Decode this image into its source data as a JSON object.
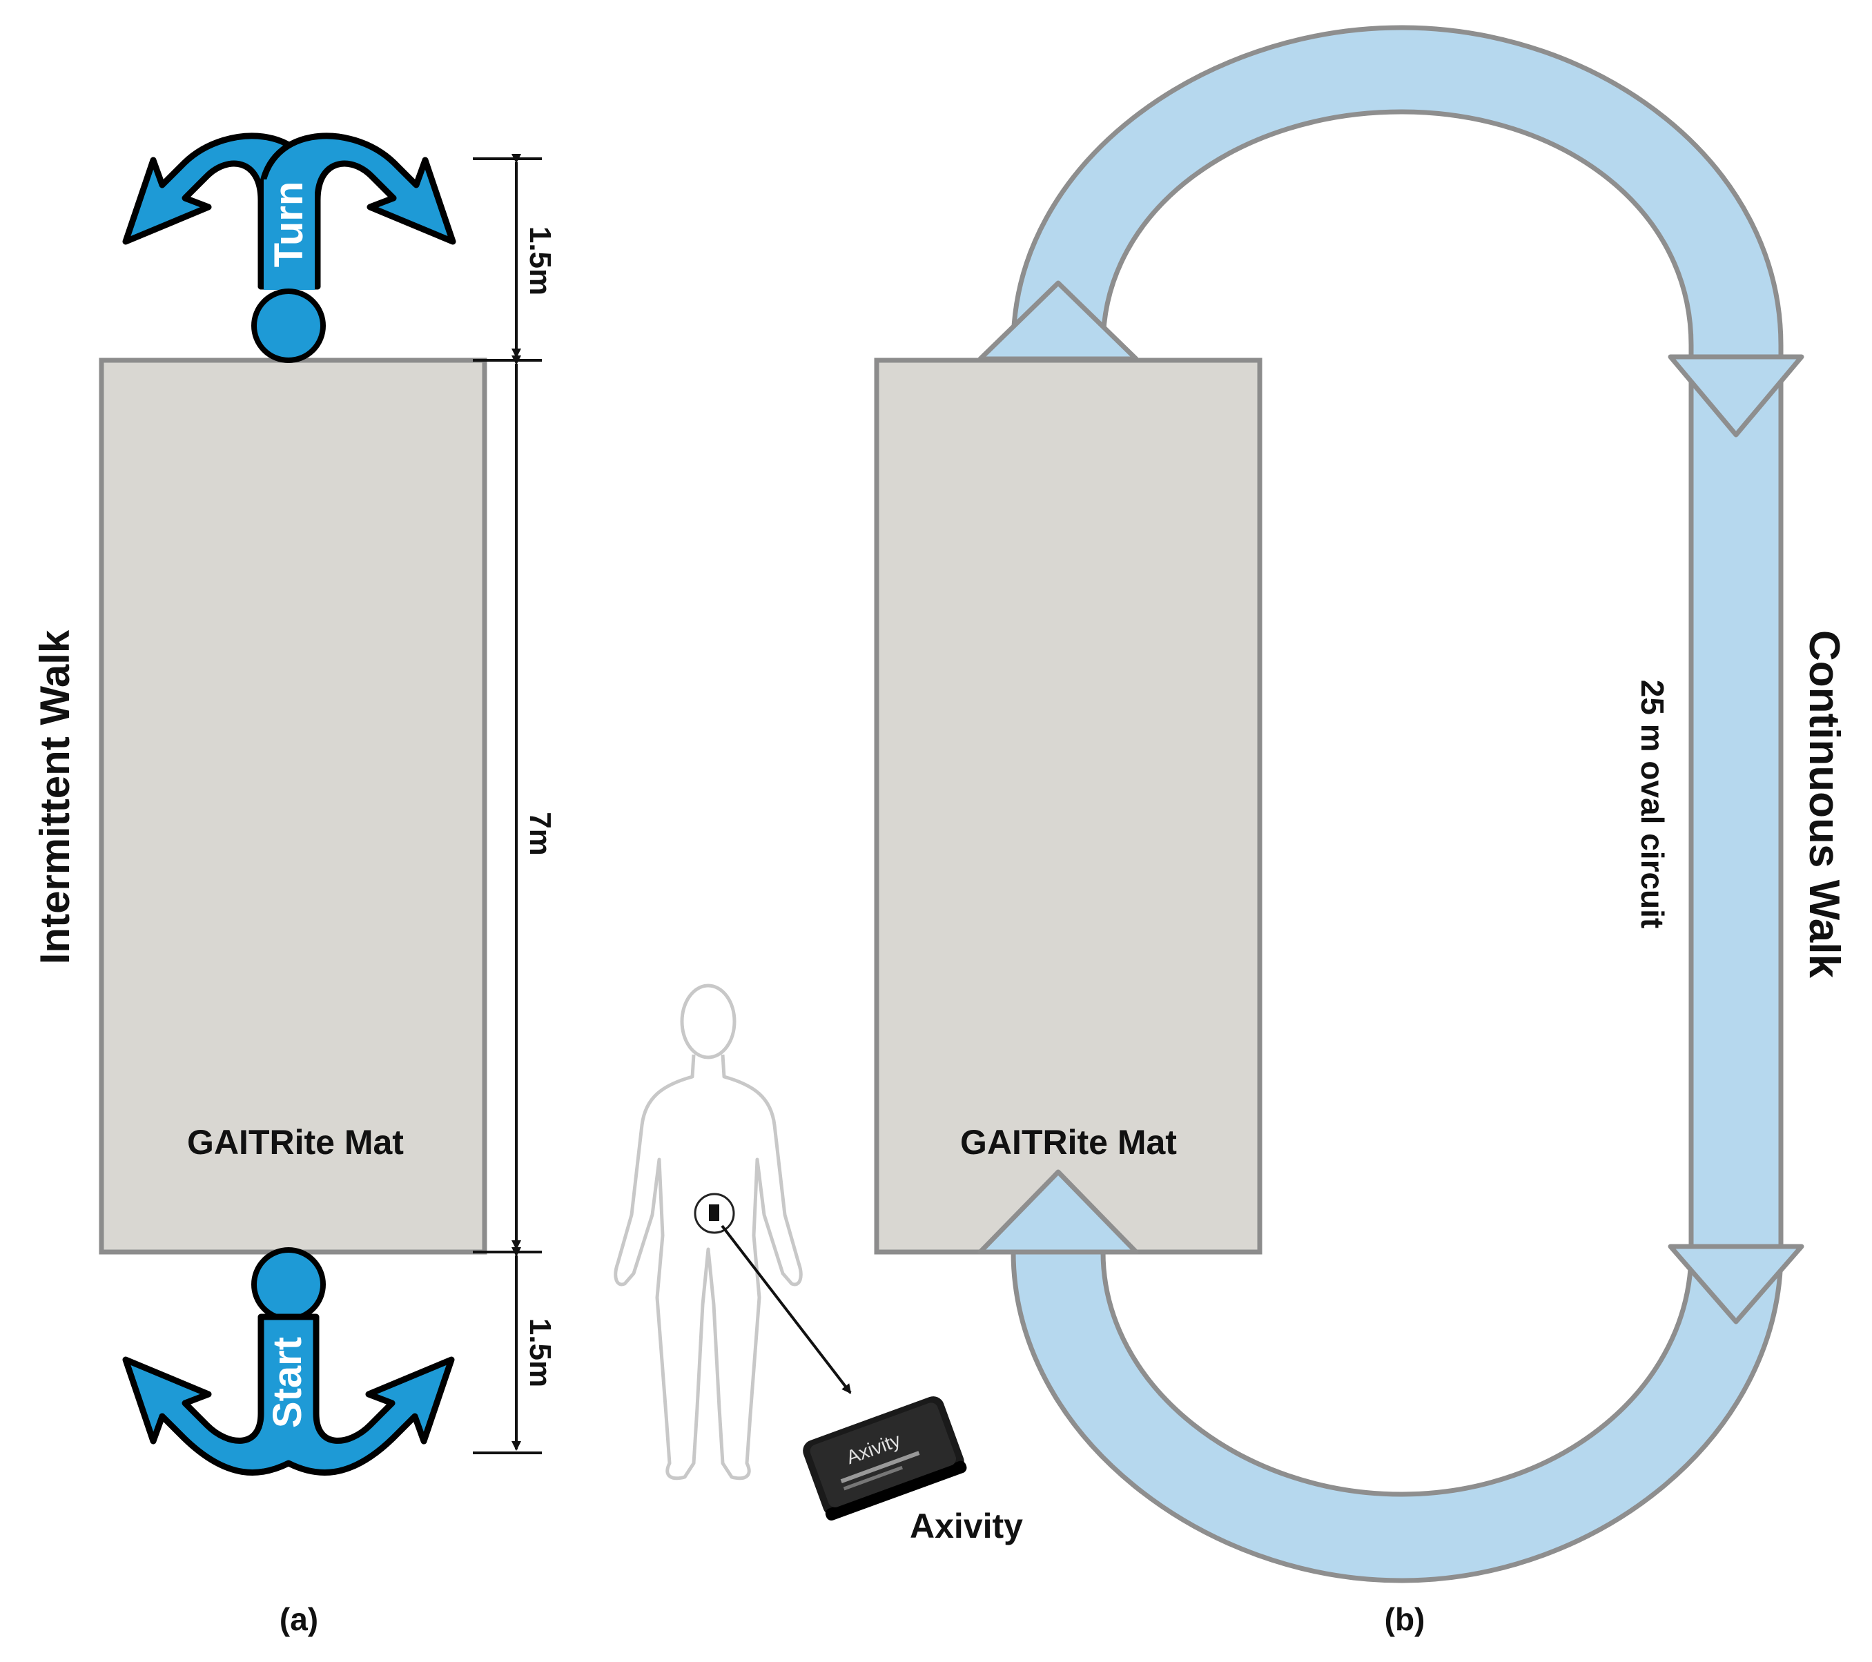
{
  "panel_a": {
    "title": "Intermittent Walk",
    "mat_label": "GAITRite Mat",
    "turn_label": "Turn",
    "start_label": "Start",
    "dim_top": "1.5m",
    "dim_middle": "7m",
    "dim_bottom": "1.5m",
    "caption": "(a)"
  },
  "figure": {
    "sensor_label": "Axivity",
    "sensor_device_text": "Axivity"
  },
  "panel_b": {
    "title": "Continuous Walk",
    "circuit_label": "25 m oval circuit",
    "mat_label": "GAITRite Mat",
    "caption": "(b)"
  },
  "colors": {
    "mat_fill": "#d9d7d2",
    "mat_stroke": "#8c8c8c",
    "arrow_blue": "#1e9ad6",
    "track_blue": "#b6d8ee",
    "track_stroke": "#8e8e8e"
  }
}
